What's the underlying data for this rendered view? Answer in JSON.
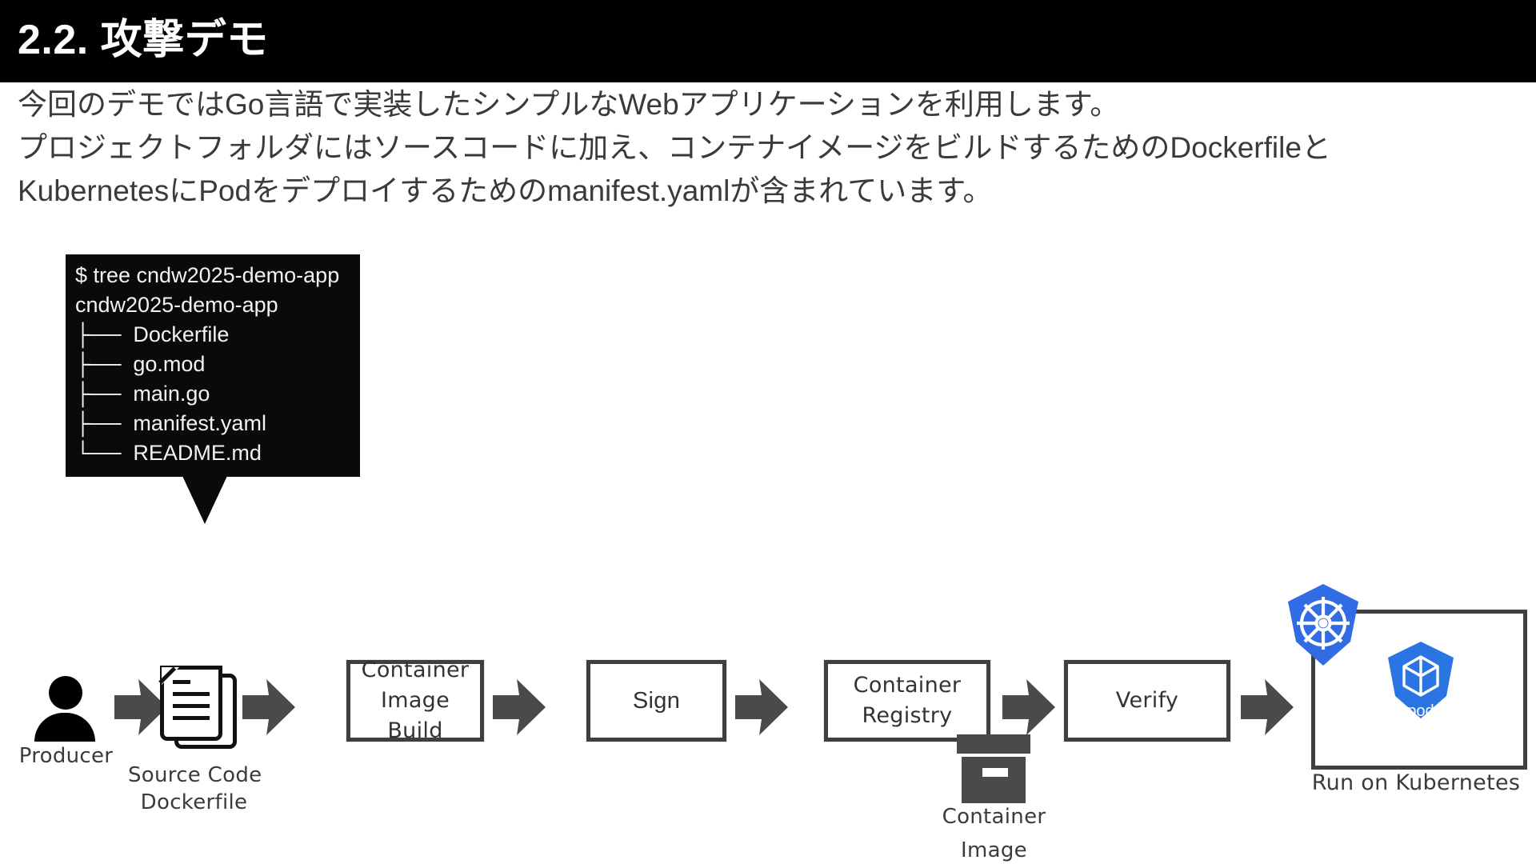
{
  "header": {
    "title": "2.2. 攻撃デモ",
    "background": "#000000",
    "text_color": "#ffffff"
  },
  "body": {
    "lines": [
      "今回のデモではGo言語で実装したシンプルなWebアプリケーションを利用します。",
      "プロジェクトフォルダにはソースコードに加え、コンテナイメージをビルドするためのDockerfileと",
      "KubernetesにPodをデプロイするためのmanifest.yamlが含まれています。"
    ]
  },
  "terminal_callout": {
    "background": "#0a0a0a",
    "text_color": "#f2f2f2",
    "lines": [
      "$ tree cndw2025-demo-app",
      "cndw2025-demo-app",
      "├──  Dockerfile",
      "├──  go.mod",
      "├──  main.go",
      "├──  manifest.yaml",
      "└──  README.md"
    ]
  },
  "pipeline": {
    "arrow_color": "#4a4a4a",
    "box_border_color": "#3f3f3f",
    "nodes": [
      {
        "id": "producer",
        "kind": "person-icon",
        "label": "Producer"
      },
      {
        "id": "source-code",
        "kind": "document-icon",
        "label": "Source Code\nDockerfile"
      },
      {
        "id": "image-build",
        "kind": "box",
        "label": "Container\nImage Build"
      },
      {
        "id": "sign",
        "kind": "box",
        "label": "Sign"
      },
      {
        "id": "registry",
        "kind": "box",
        "label": "Container\nRegistry"
      },
      {
        "id": "container-image",
        "kind": "archive-icon",
        "label": "Container\nImage"
      },
      {
        "id": "verify",
        "kind": "box",
        "label": "Verify"
      },
      {
        "id": "kubernetes",
        "kind": "cluster",
        "label": "Run on Kubernetes"
      }
    ],
    "labels": {
      "producer": "Producer",
      "source_code_line1": "Source Code",
      "source_code_line2": "Dockerfile",
      "image_build": "Container\nImage Build",
      "sign": "Sign",
      "registry": "Container\nRegistry",
      "container_image_line1": "Container",
      "container_image_line2": "Image",
      "verify": "Verify",
      "run_on_kubernetes": "Run on Kubernetes",
      "pod": "pod"
    },
    "arrow_count": 6
  },
  "colors": {
    "kubernetes_blue": "#326ce5",
    "pod_blue": "#2a74e3",
    "icon_gray": "#4a4a4a",
    "text_gray": "#3a3a3a"
  }
}
